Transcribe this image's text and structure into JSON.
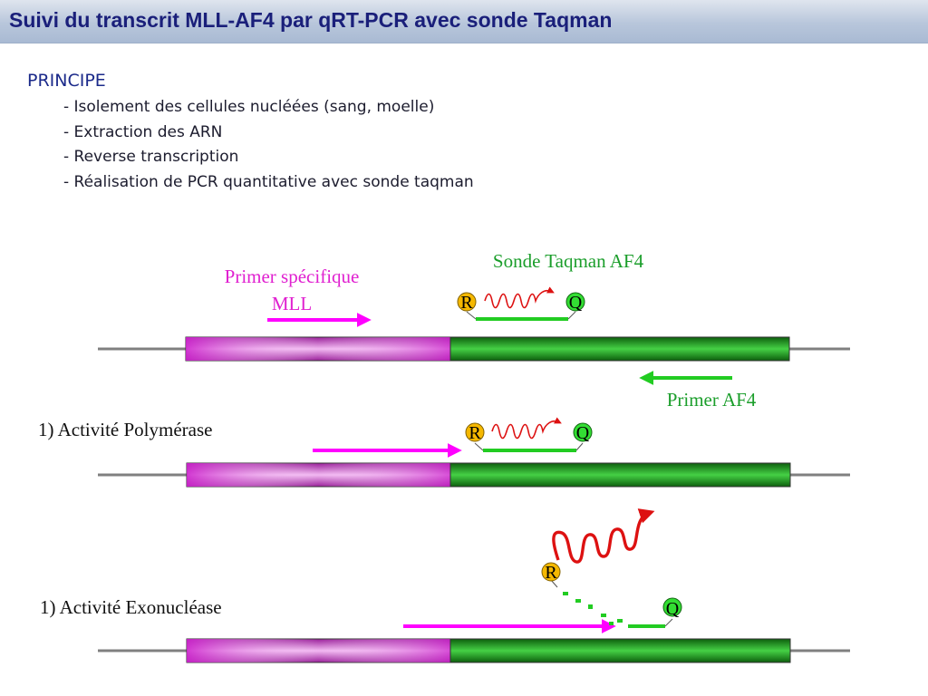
{
  "header": {
    "title": "Suivi du transcrit MLL-AF4 par qRT-PCR avec sonde Taqman"
  },
  "principe": {
    "heading": "PRINCIPE",
    "steps": [
      "- Isolement des cellules nucléées (sang, moelle)",
      "- Extraction des ARN",
      "- Reverse transcription",
      "- Réalisation de PCR quantitative avec sonde taqman"
    ]
  },
  "diagram": {
    "probe_label": "Sonde Taqman AF4",
    "primer_mll_line1": "Primer spécifique",
    "primer_mll_line2": "MLL",
    "primer_af4_label": "Primer AF4",
    "step_polymerase": "1) Activité Polymérase",
    "step_exonuclease": "1) Activité Exonucléase",
    "reporter_letter": "R",
    "quencher_letter": "Q",
    "colors": {
      "mll_segment": "#cc33cc",
      "af4_segment": "#1f9e1f",
      "primer_mll": "#ff00ff",
      "primer_af4": "#22cc22",
      "probe_line": "#22cc22",
      "reporter": "#f5b800",
      "quencher": "#33dd33",
      "fluorescence": "#dd1111",
      "label_green": "#1b9e2b",
      "label_magenta": "#e020d0"
    }
  }
}
